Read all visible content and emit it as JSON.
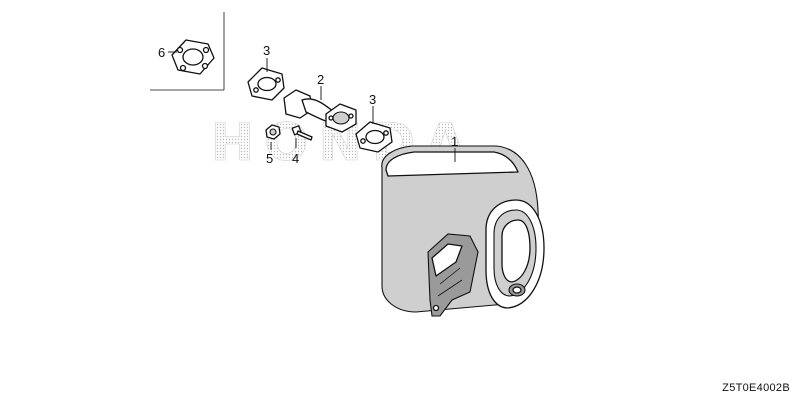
{
  "watermark": {
    "text": "HONDA"
  },
  "callouts": [
    {
      "id": "1",
      "label": "1"
    },
    {
      "id": "2",
      "label": "2"
    },
    {
      "id": "3a",
      "label": "3"
    },
    {
      "id": "3b",
      "label": "3"
    },
    {
      "id": "4",
      "label": "4"
    },
    {
      "id": "5",
      "label": "5"
    },
    {
      "id": "6",
      "label": "6"
    }
  ],
  "diagram_code": "Z5T0E4002B"
}
